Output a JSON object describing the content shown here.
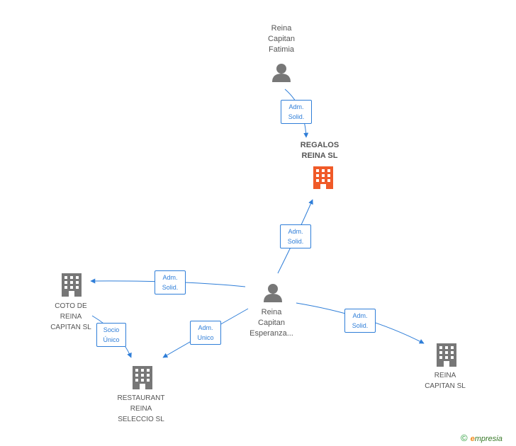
{
  "nodes": {
    "fatimia": {
      "lines": [
        "Reina",
        "Capitan",
        "Fatimia"
      ]
    },
    "regalos": {
      "lines": [
        "REGALOS",
        "REINA SL"
      ]
    },
    "esperanza": {
      "lines": [
        "Reina",
        "Capitan",
        "Esperanza..."
      ]
    },
    "coto": {
      "lines": [
        "COTO DE",
        "REINA",
        "CAPITAN SL"
      ]
    },
    "restaurant": {
      "lines": [
        "RESTAURANT",
        "REINA",
        "SELECCIO  SL"
      ]
    },
    "reina_capitan": {
      "lines": [
        "REINA",
        "CAPITAN SL"
      ]
    }
  },
  "edges": {
    "fatimia_regalos": {
      "line1": "Adm.",
      "line2": "Solid."
    },
    "esperanza_regalos": {
      "line1": "Adm.",
      "line2": "Solid."
    },
    "esperanza_coto": {
      "line1": "Adm.",
      "line2": "Solid."
    },
    "esperanza_restaurant": {
      "line1": "Adm.",
      "line2": "Unico"
    },
    "esperanza_reina": {
      "line1": "Adm.",
      "line2": "Solid."
    },
    "coto_restaurant": {
      "line1": "Socio",
      "line2": "Único"
    }
  },
  "colors": {
    "edge": "#2f7ed8",
    "person": "#777777",
    "company": "#777777",
    "company_highlight": "#f05a28"
  },
  "footer": {
    "copyright": "©",
    "brand_e": "e",
    "brand_rest": "mpresia"
  }
}
